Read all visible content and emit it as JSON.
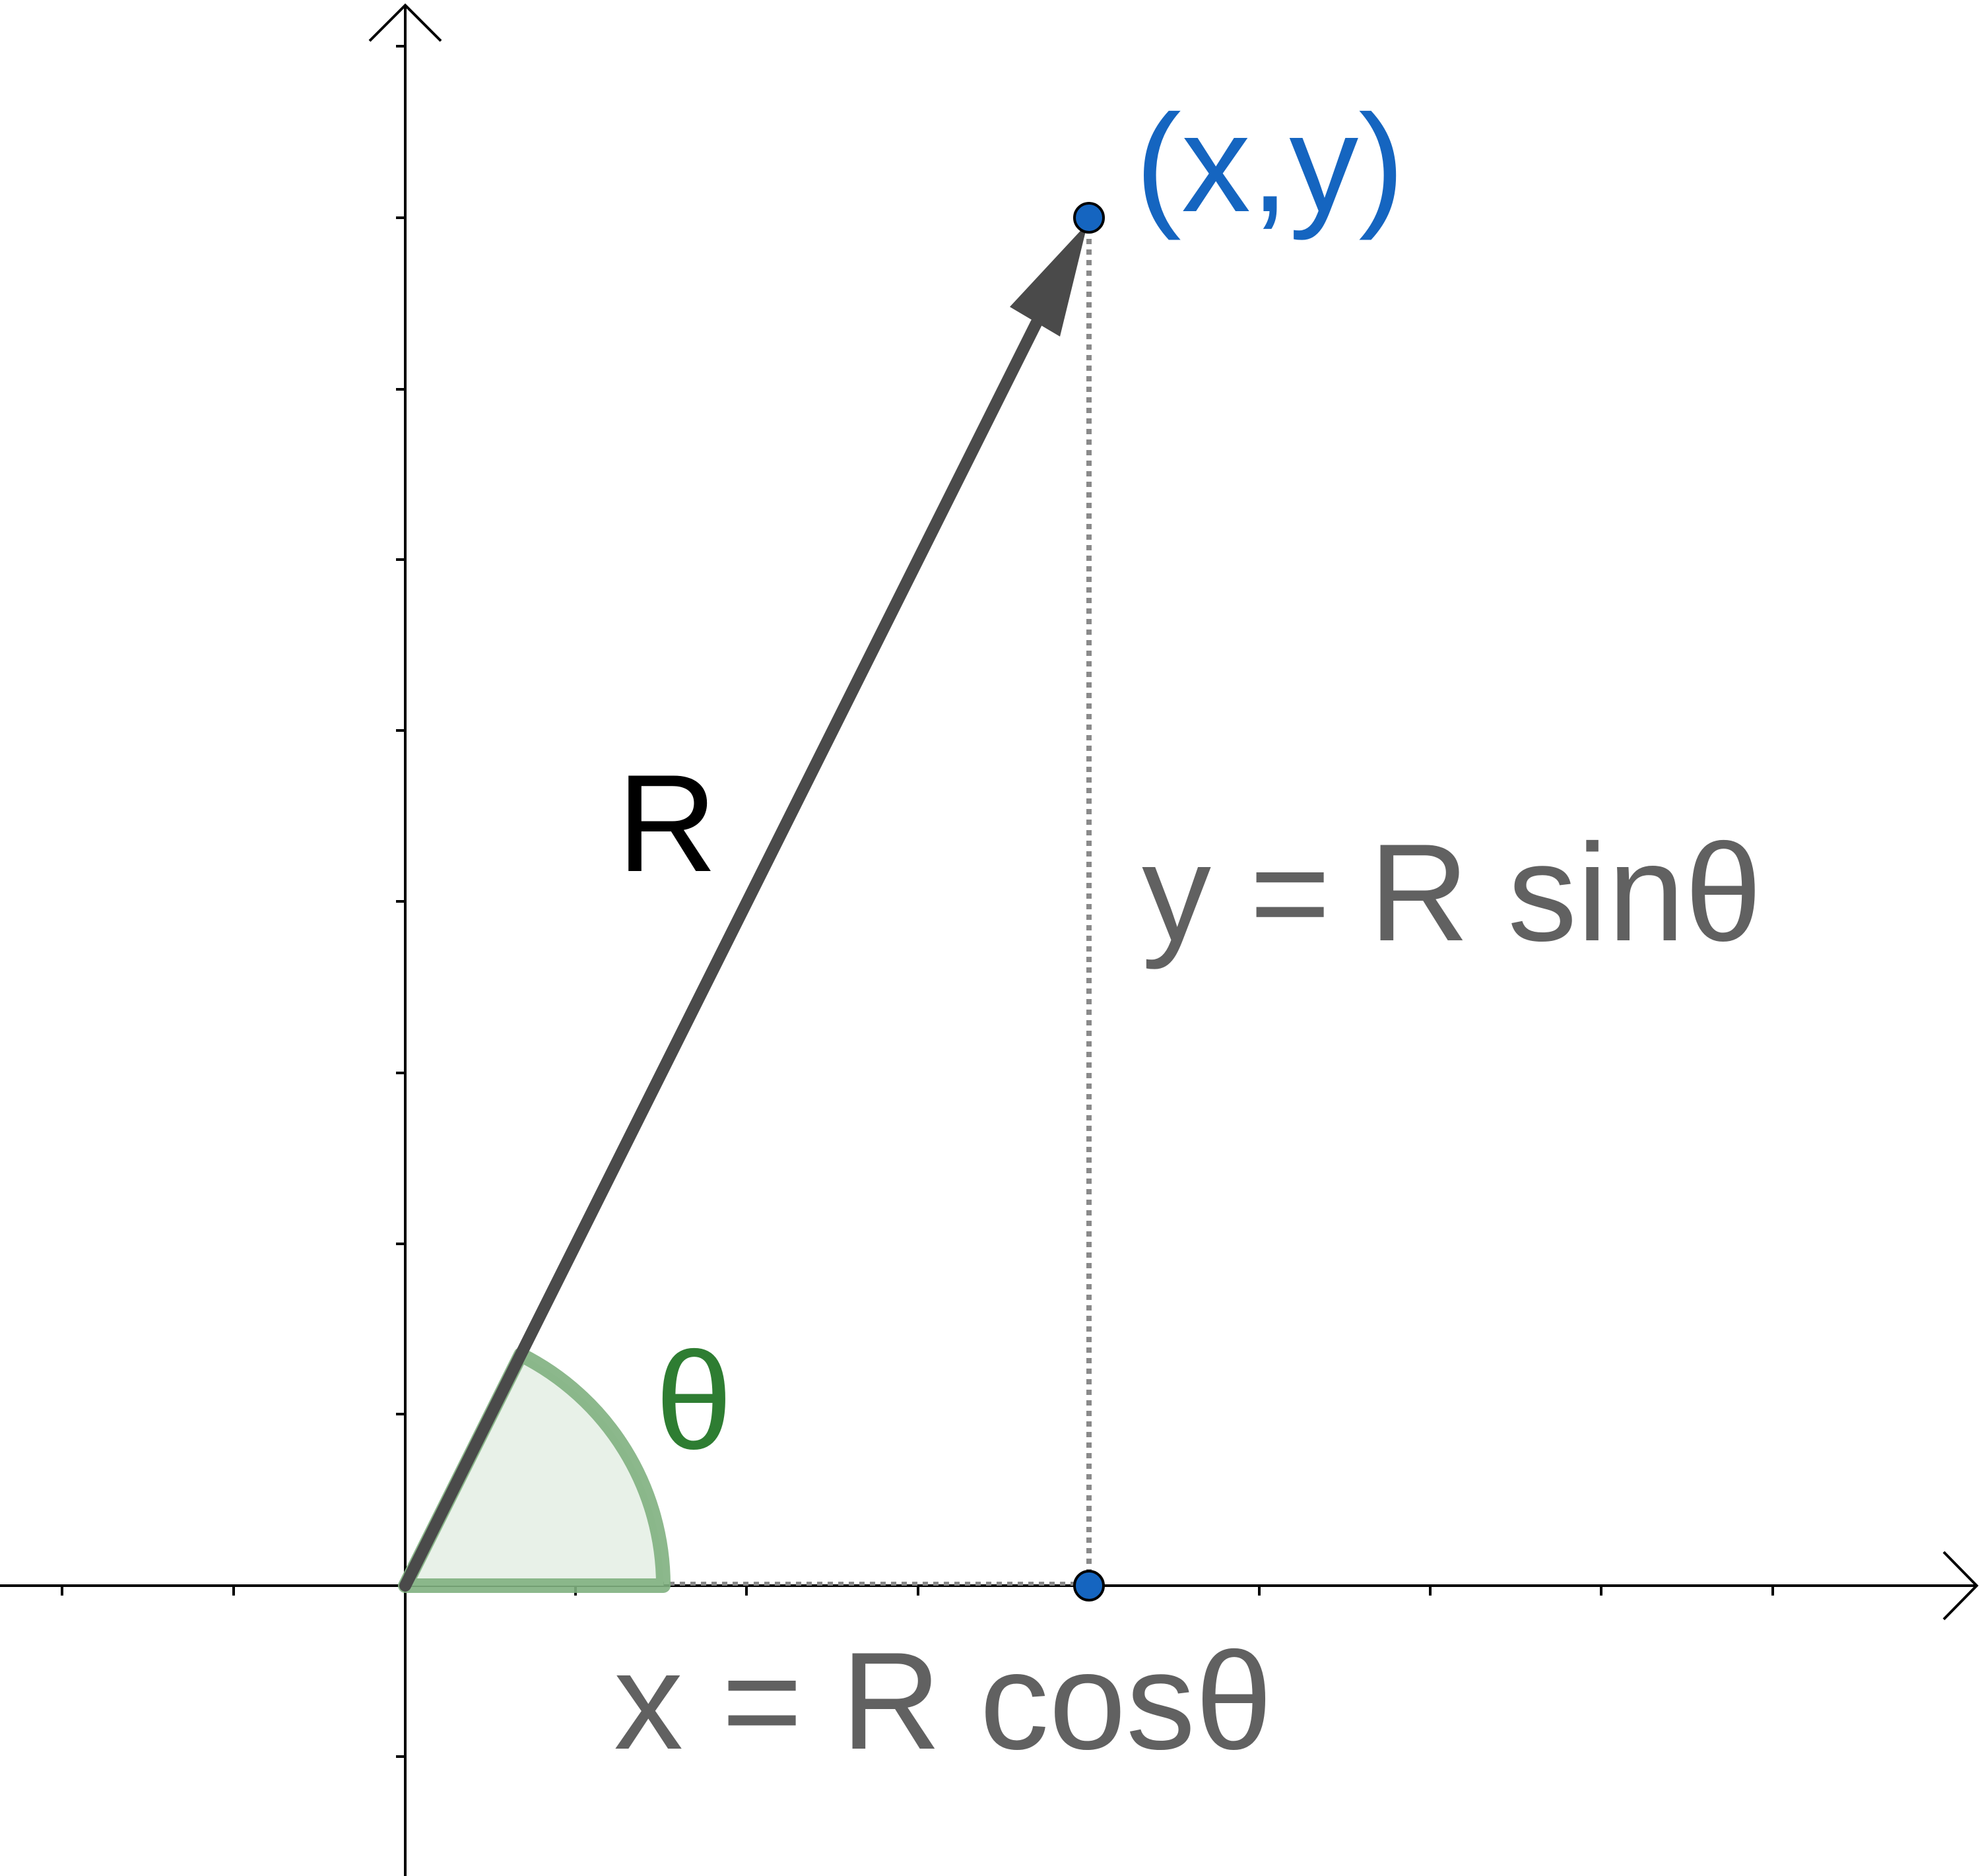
{
  "diagram": {
    "labels": {
      "point": "(x,y)",
      "vector": "R",
      "angle": "θ",
      "y_equation": "y = R sinθ",
      "x_equation": "x = R cosθ"
    },
    "colors": {
      "axis": "#000000",
      "vector": "#4a4a4a",
      "point": "#1565c0",
      "point_label": "#1565c0",
      "angle_stroke": "#7fb07f",
      "angle_fill": "#e8f1e8",
      "angle_label": "#2e7d32",
      "equation": "#616161",
      "projection": "#8a8a8a"
    }
  }
}
